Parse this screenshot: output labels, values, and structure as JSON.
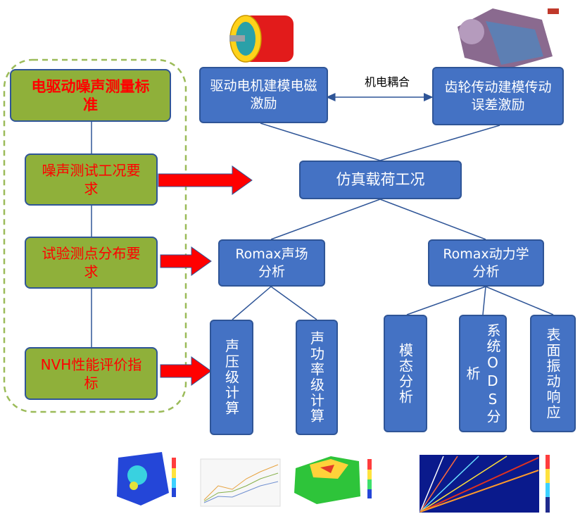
{
  "left_boxes": {
    "standard": "电驱动噪声测量标准",
    "conditions": "噪声测试工况要求",
    "points": "试验测点分布要求",
    "nvh": "NVH性能评价指标"
  },
  "top": {
    "motor": "驱动电机建模电磁激励",
    "gear": "齿轮传动建模传动误差激励",
    "coupling": "机电耦合"
  },
  "sim": "仿真载荷工况",
  "analysis": {
    "acoustic": "Romax声场分析",
    "dynamic": "Romax动力学分析"
  },
  "leaves": {
    "spl": "声压级计算",
    "power": "声功率级计算",
    "modal": "模态分析",
    "ods": "系统ODS分析",
    "vibration": "表面振动响应"
  },
  "colors": {
    "green_box": "#8fb03a",
    "blue_box": "#4472c4",
    "red_text": "#ff0000",
    "arrow_red": "#ff0000",
    "dashed_border": "#9bbb59"
  }
}
